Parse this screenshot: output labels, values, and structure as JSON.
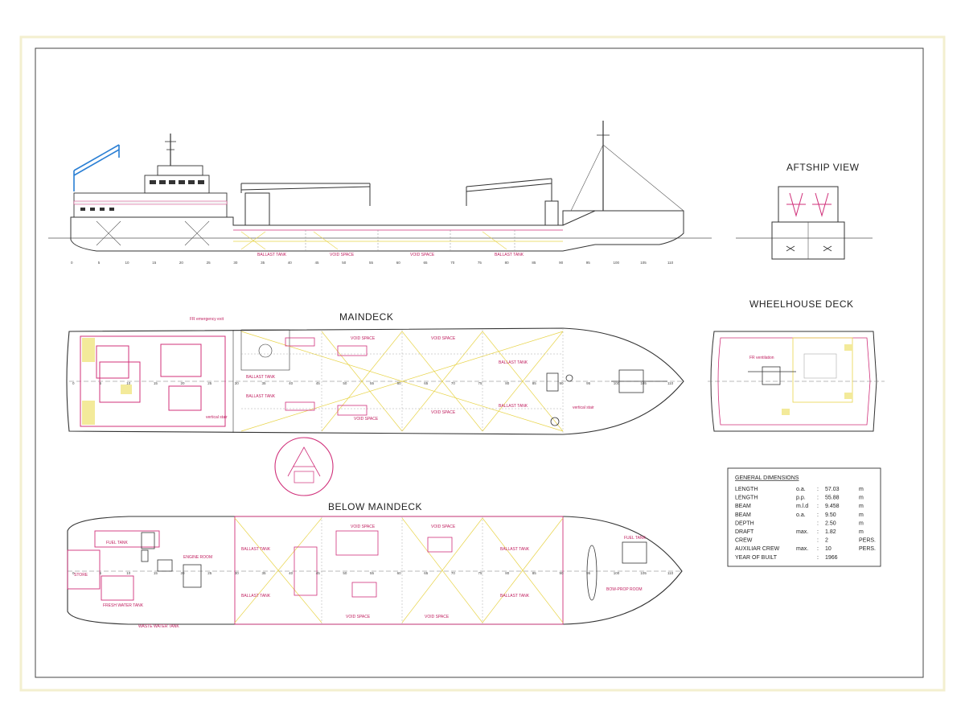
{
  "views": {
    "aftship_view": "AFTSHIP VIEW",
    "maindeck": "MAINDECK",
    "wheelhouse_deck": "WHEELHOUSE DECK",
    "below_maindeck": "BELOW MAINDECK"
  },
  "profile_labels": {
    "ballast_tank": "BALLAST TANK",
    "void_space_1": "VOID SPACE",
    "void_space_2": "VOID SPACE",
    "ballast_tank_2": "BALLAST TANK"
  },
  "maindeck_labels": {
    "fr_emergency_exit": "FR emergency exit",
    "ballast_tank_top": "BALLAST TANK",
    "ballast_tank_bottom": "BALLAST TANK",
    "void_space_a": "VOID SPACE",
    "void_space_b": "VOID SPACE",
    "void_space_c": "VOID SPACE",
    "void_space_d": "VOID SPACE",
    "ballast_tank_fwd_top": "BALLAST TANK",
    "ballast_tank_fwd_bottom": "BALLAST TANK",
    "vertical_stair_aft": "vertical stair",
    "vertical_stair_fwd": "vertical stair"
  },
  "wheelhouse_labels": {
    "fr_ventilation": "FR ventilation"
  },
  "below_labels": {
    "fuel_tank_aft": "FUEL TANK",
    "engine_room": "ENGINE ROOM",
    "store": "STORE",
    "fresh_water_tank": "FRESH WATER TANK",
    "waste_water_tank": "WASTE WATER TANK",
    "ballast_tank_1": "BALLAST TANK",
    "ballast_tank_2": "BALLAST TANK",
    "void_space_1": "VOID SPACE",
    "void_space_2": "VOID SPACE",
    "void_space_3": "VOID SPACE",
    "void_space_4": "VOID SPACE",
    "ballast_tank_3": "BALLAST TANK",
    "ballast_tank_4": "BALLAST TANK",
    "fuel_tank_fwd": "FUEL TANK",
    "bow_prop_room": "BOW-PROP ROOM"
  },
  "dimensions": {
    "title": "GENERAL DIMENSIONS",
    "rows": [
      {
        "label": "LENGTH",
        "qual": "o.a.",
        "value": "57.03",
        "unit": "m"
      },
      {
        "label": "LENGTH",
        "qual": "p.p.",
        "value": "55.88",
        "unit": "m"
      },
      {
        "label": "BEAM",
        "qual": "m.l.d",
        "value": "9.458",
        "unit": "m"
      },
      {
        "label": "BEAM",
        "qual": "o.a.",
        "value": "9.50",
        "unit": "m"
      },
      {
        "label": "DEPTH",
        "qual": "",
        "value": "2.50",
        "unit": "m"
      },
      {
        "label": "DRAFT",
        "qual": "max.",
        "value": "1.82",
        "unit": "m"
      },
      {
        "label": "CREW",
        "qual": "",
        "value": "2",
        "unit": "PERS."
      },
      {
        "label": "AUXILIAR CREW",
        "qual": "max.",
        "value": "10",
        "unit": "PERS."
      },
      {
        "label": "YEAR OF BUILT",
        "qual": "",
        "value": "1966",
        "unit": ""
      }
    ]
  },
  "frame_numbers": [
    "0",
    "5",
    "10",
    "15",
    "20",
    "25",
    "30",
    "35",
    "40",
    "45",
    "50",
    "55",
    "60",
    "65",
    "70",
    "75",
    "80",
    "85",
    "90",
    "95",
    "100",
    "105",
    "110"
  ],
  "colors": {
    "line": "#333333",
    "pink": "#d0307a",
    "yellow": "#e8d44a",
    "green": "#3a8a3a",
    "blue": "#2a7fd4"
  }
}
